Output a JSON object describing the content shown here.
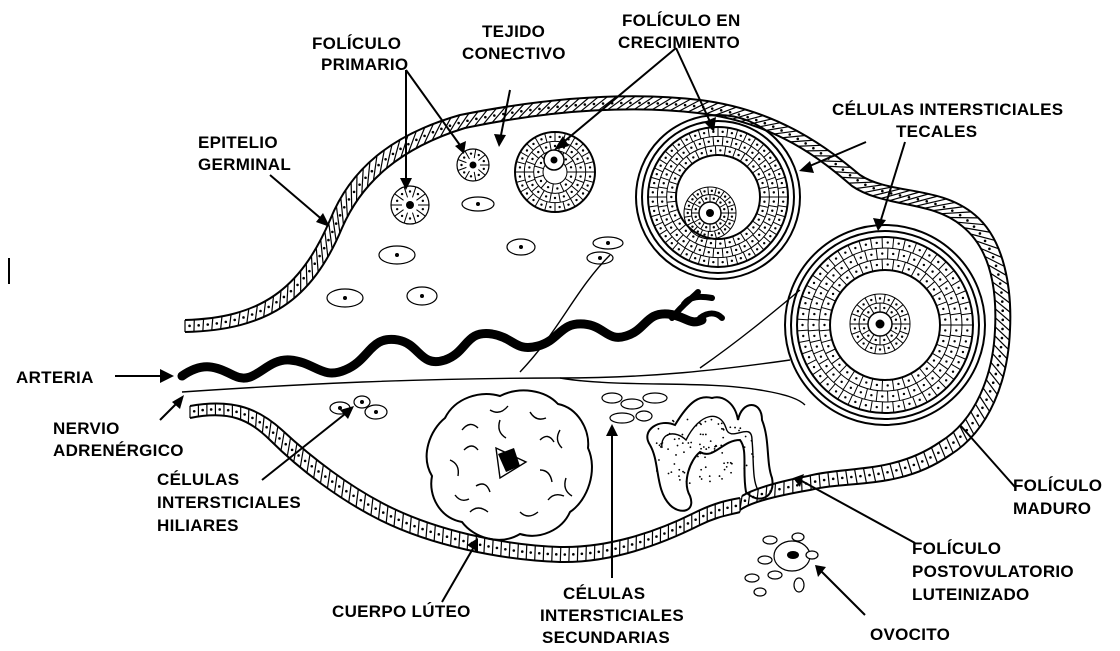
{
  "labels": {
    "foliculo_primario": [
      "FOLÍCULO",
      "PRIMARIO"
    ],
    "tejido_conectivo": [
      "TEJIDO",
      "CONECTIVO"
    ],
    "foliculo_crecimiento": [
      "FOLÍCULO EN",
      "CRECIMIENTO"
    ],
    "celulas_tecales": [
      "CÉLULAS INTERSTICIALES",
      "TECALES"
    ],
    "epitelio_germinal": [
      "EPITELIO",
      "GERMINAL"
    ],
    "arteria": "ARTERIA",
    "nervio": [
      "NERVIO",
      "ADRENÉRGICO"
    ],
    "celulas_hiliares": [
      "CÉLULAS",
      "INTERSTICIALES",
      "HILIARES"
    ],
    "cuerpo_luteo": "CUERPO LÚTEO",
    "celulas_secundarias": [
      "CÉLULAS",
      "INTERSTICIALES",
      "SECUNDARIAS"
    ],
    "ovocito": "OVOCITO",
    "foliculo_postovulatorio": [
      "FOLÍCULO",
      "POSTOVULATORIO",
      "LUTEINIZADO"
    ],
    "foliculo_maduro": [
      "FOLÍCULO",
      "MADURO"
    ]
  }
}
